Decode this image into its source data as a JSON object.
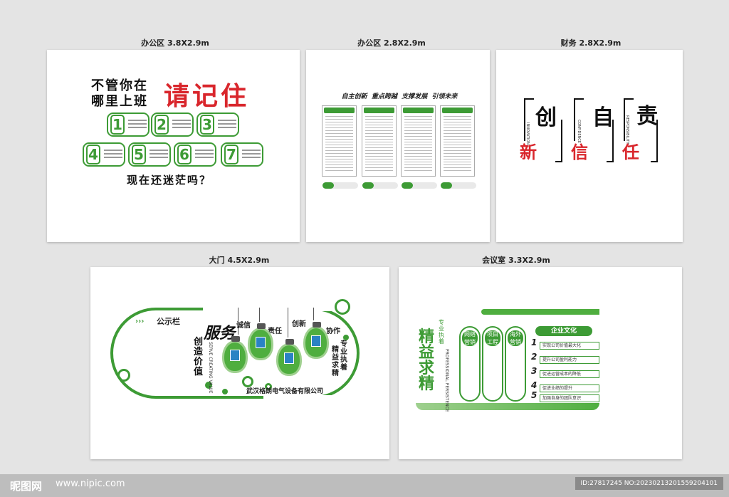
{
  "labels": [
    "办公区 3.8X2.9m",
    "办公区 2.8X2.9m",
    "财务 2.8X2.9m",
    "大门 4.5X2.9m",
    "会议室 3.3X2.9m"
  ],
  "p1": {
    "line1": "不管你在",
    "line2": "哪里上班",
    "red": "请记住",
    "bottom": "现在还迷茫吗？",
    "nums": [
      "1",
      "2",
      "3",
      "4",
      "5",
      "6",
      "7"
    ]
  },
  "p2": {
    "slogan": "自主创新  重点跨越  支撑发展  引领未来"
  },
  "p3": {
    "top": [
      "创",
      "自",
      "责"
    ],
    "bottom": [
      "新",
      "信",
      "任"
    ],
    "en": [
      "INNOVATION",
      "CONFIDENCE",
      "RESPONSIBILITY"
    ]
  },
  "p4": {
    "board": "公示栏",
    "fuwu": "服务",
    "chuangzao": "创造价值",
    "en": "SERVE CREATING VALUE",
    "words": [
      "诚信",
      "责任",
      "创新",
      "协作"
    ],
    "right1": "专业执着",
    "right2": "精益求精",
    "company": "武汉格朗电气设备有限公司"
  },
  "p5": {
    "brand": "精益求精",
    "sub": "专业执着",
    "en": "PROFESSIONAL PERSISTENCE",
    "pills": [
      "网络营销",
      "项目工程",
      "海外营销"
    ],
    "title": "企业文化",
    "items": [
      {
        "n": "1",
        "t": "实现公司价值最大化"
      },
      {
        "n": "2",
        "t": "提升公司盈利能力"
      },
      {
        "n": "3",
        "t": "促进运营成本的降低"
      },
      {
        "n": "4",
        "t": "促进业绩的提升"
      },
      {
        "n": "5",
        "t": "加强自身的团队意识"
      }
    ]
  },
  "footer": {
    "logo": "昵图网",
    "url": "www.nipic.com",
    "id": "ID:27817245 NO:20230213201559204101"
  }
}
